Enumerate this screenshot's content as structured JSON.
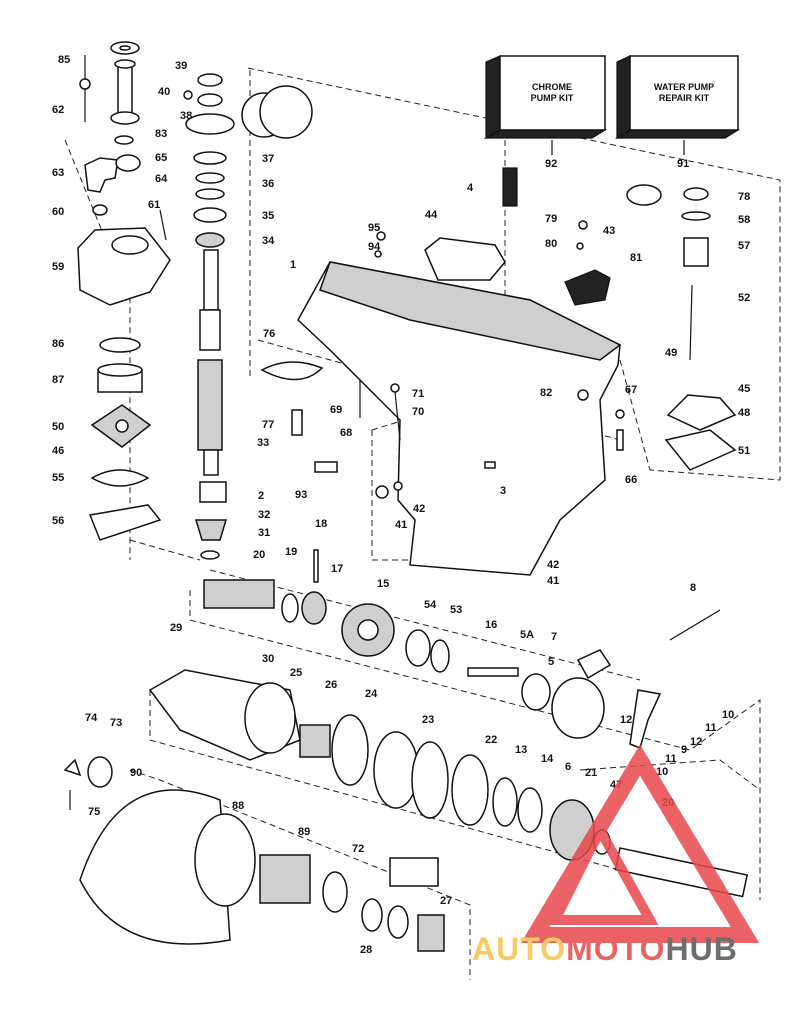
{
  "kits": {
    "chrome_pump_kit": [
      "CHROME",
      "PUMP KIT"
    ],
    "chrome_pump_kit_number": "92",
    "water_pump_repair_kit": [
      "WATER PUMP",
      "REPAIR KIT"
    ],
    "water_pump_repair_kit_number": "91"
  },
  "callouts": [
    "85",
    "62",
    "83",
    "65",
    "63",
    "64",
    "60",
    "61",
    "59",
    "39",
    "40",
    "38",
    "37",
    "36",
    "35",
    "34",
    "86",
    "87",
    "50",
    "46",
    "55",
    "56",
    "76",
    "69",
    "68",
    "77",
    "33",
    "2",
    "32",
    "31",
    "20",
    "19",
    "18",
    "17",
    "1",
    "4",
    "44",
    "95",
    "94",
    "79",
    "80",
    "43",
    "81",
    "78",
    "58",
    "57",
    "52",
    "49",
    "45",
    "48",
    "51",
    "71",
    "70",
    "82",
    "67",
    "66",
    "3",
    "93",
    "42",
    "41",
    "42",
    "41",
    "29",
    "30",
    "15",
    "54",
    "53",
    "16",
    "5A",
    "5",
    "7",
    "8",
    "10",
    "11",
    "12",
    "12",
    "11",
    "10",
    "9",
    "6",
    "25",
    "26",
    "24",
    "23",
    "22",
    "13",
    "14",
    "21",
    "47",
    "20",
    "74",
    "73",
    "75",
    "90",
    "88",
    "89",
    "72",
    "28",
    "27"
  ],
  "watermark": {
    "prefix": "AUTO",
    "middle": "MOTO",
    "suffix": "HUB",
    "colors": {
      "prefix": "#f5c04a",
      "middle": "#e8474c",
      "suffix": "#555555",
      "triangle": "#e8474c"
    }
  }
}
